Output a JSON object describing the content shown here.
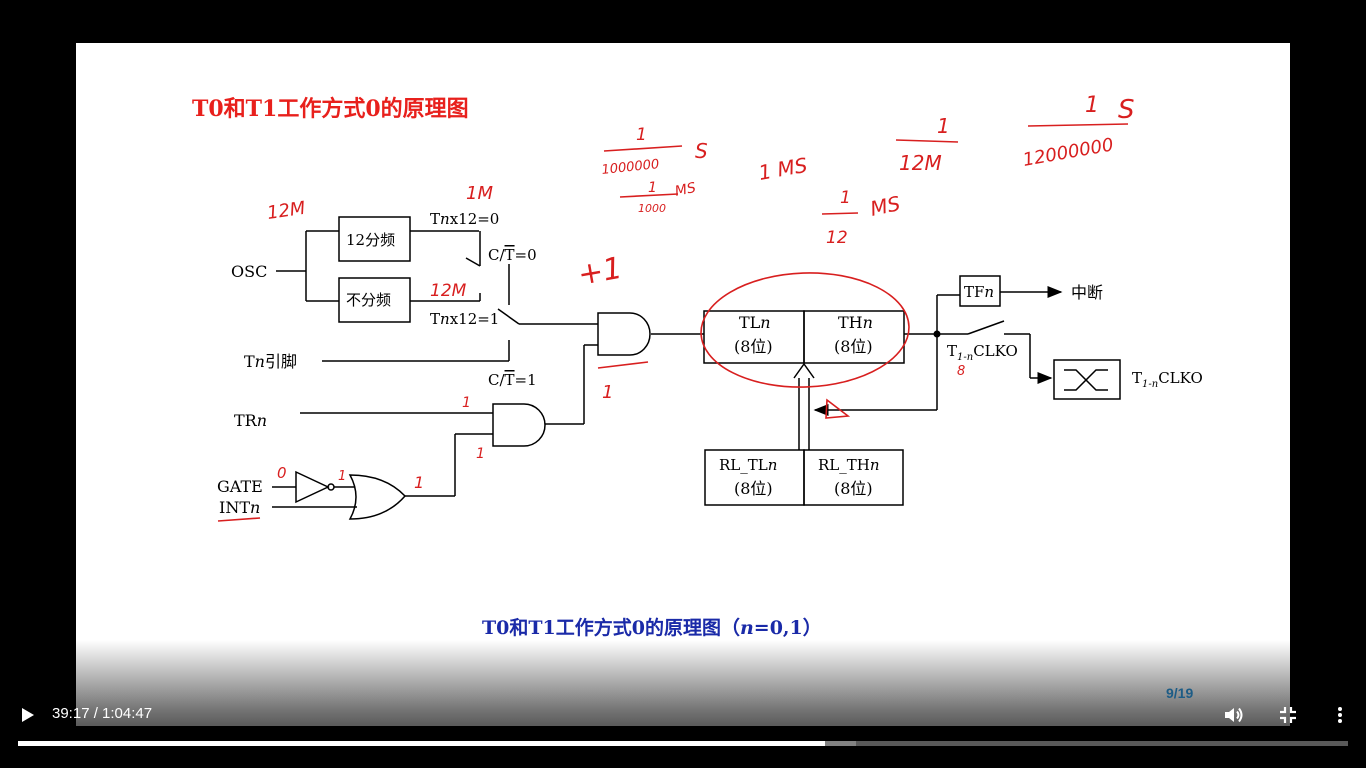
{
  "slide": {
    "title": "T0和T1工作方式0的原理图",
    "caption_main": "T0和T1工作方式0的原理图（",
    "caption_n": "n",
    "caption_end": "=0,1）",
    "page_indicator": "9/19"
  },
  "diagram": {
    "osc": "OSC",
    "div12": "12分频",
    "nodiv": "不分频",
    "tnx12_0_pre": "T",
    "tnx12_0_n": "n",
    "tnx12_0_post": "x12=0",
    "tnx12_1_pre": "T",
    "tnx12_1_n": "n",
    "tnx12_1_post": "x12=1",
    "ct0_pre": "C/",
    "ct0_t": "T",
    "ct0_post": "=0",
    "ct1_pre": "C/",
    "ct1_t": "T",
    "ct1_post": "=1",
    "tn_pin_pre": "T",
    "tn_pin_n": "n",
    "tn_pin_post": "引脚",
    "trn_pre": "TR",
    "trn_n": "n",
    "gate": "GATE",
    "intn_pre": "INT",
    "intn_n": "n",
    "tl_pre": "TL",
    "tl_n": "n",
    "tl_sub": "(8位)",
    "th_pre": "TH",
    "th_n": "n",
    "th_sub": "(8位)",
    "rltl_pre": "RL_TL",
    "rltl_n": "n",
    "rltl_sub": "(8位)",
    "rlth_pre": "RL_TH",
    "rlth_n": "n",
    "rlth_sub": "(8位)",
    "tf_pre": "TF",
    "tf_n": "n",
    "interrupt": "中断",
    "clko_sw_pre": "T",
    "clko_sw_sub": "1-n",
    "clko_sw_post": "CLKO",
    "clko_out_pre": "T",
    "clko_out_sub": "1-n",
    "clko_out_post": "CLKO"
  },
  "handwriting": {
    "h_12m": "12M",
    "h_1m": "1M",
    "h_12m2": "12M",
    "h_frac1_num": "1",
    "h_frac1_den": "1000000",
    "h_s": "S",
    "h_frac2_num": "1",
    "h_frac2_den": "1000",
    "h_ms": "MS",
    "h_1us": "1 MS",
    "h_frac3_num": "1",
    "h_frac3_den": "12M",
    "h_frac4_num": "1",
    "h_frac4_den": "12000000",
    "h_s2": "S",
    "h_frac5_num": "1",
    "h_frac5_den": "12",
    "h_us2": "MS",
    "h_plus1": "+1",
    "h_zero": "0",
    "h_one_a": "1",
    "h_one_b": "1",
    "h_one_c": "1",
    "h_one_d": "1",
    "h_one_e": "1",
    "h_8": "8"
  },
  "player": {
    "time": "39:17 / 1:04:47",
    "progress_fraction": 0.6065,
    "icons": {
      "play": "play-icon",
      "volume": "volume-icon",
      "exit_fullscreen": "exit-fullscreen-icon",
      "more": "more-vert-icon"
    }
  },
  "colors": {
    "title_red": "#e8201c",
    "caption_blue": "#1a2aa8",
    "ink": "#d81f1f",
    "page_num": "#1d5c86"
  }
}
